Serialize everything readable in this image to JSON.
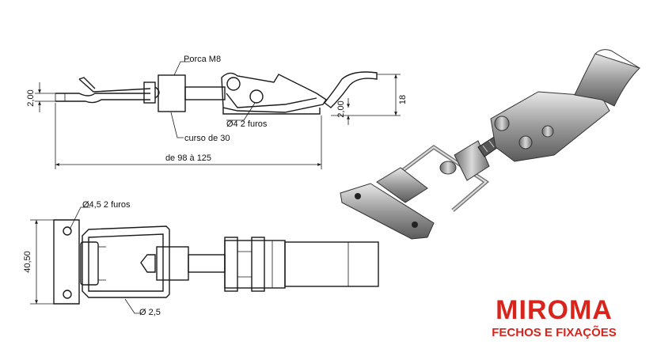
{
  "side_view": {
    "label_nut": "Porca M8",
    "label_stroke": "curso de 30",
    "label_holes": "Ø4  2 furos",
    "dim_thickness_left": "2,00",
    "dim_thickness_right": "2,00",
    "dim_height": "18",
    "dim_length": "de 98 à 125"
  },
  "top_view": {
    "label_holes": "Ø4,5  2 furos",
    "dim_width": "40,50",
    "label_wire": "Ø 2,5"
  },
  "brand": {
    "name": "MIROMA",
    "tagline": "FECHOS E FIXAÇÕES",
    "color": "#d9241c"
  }
}
